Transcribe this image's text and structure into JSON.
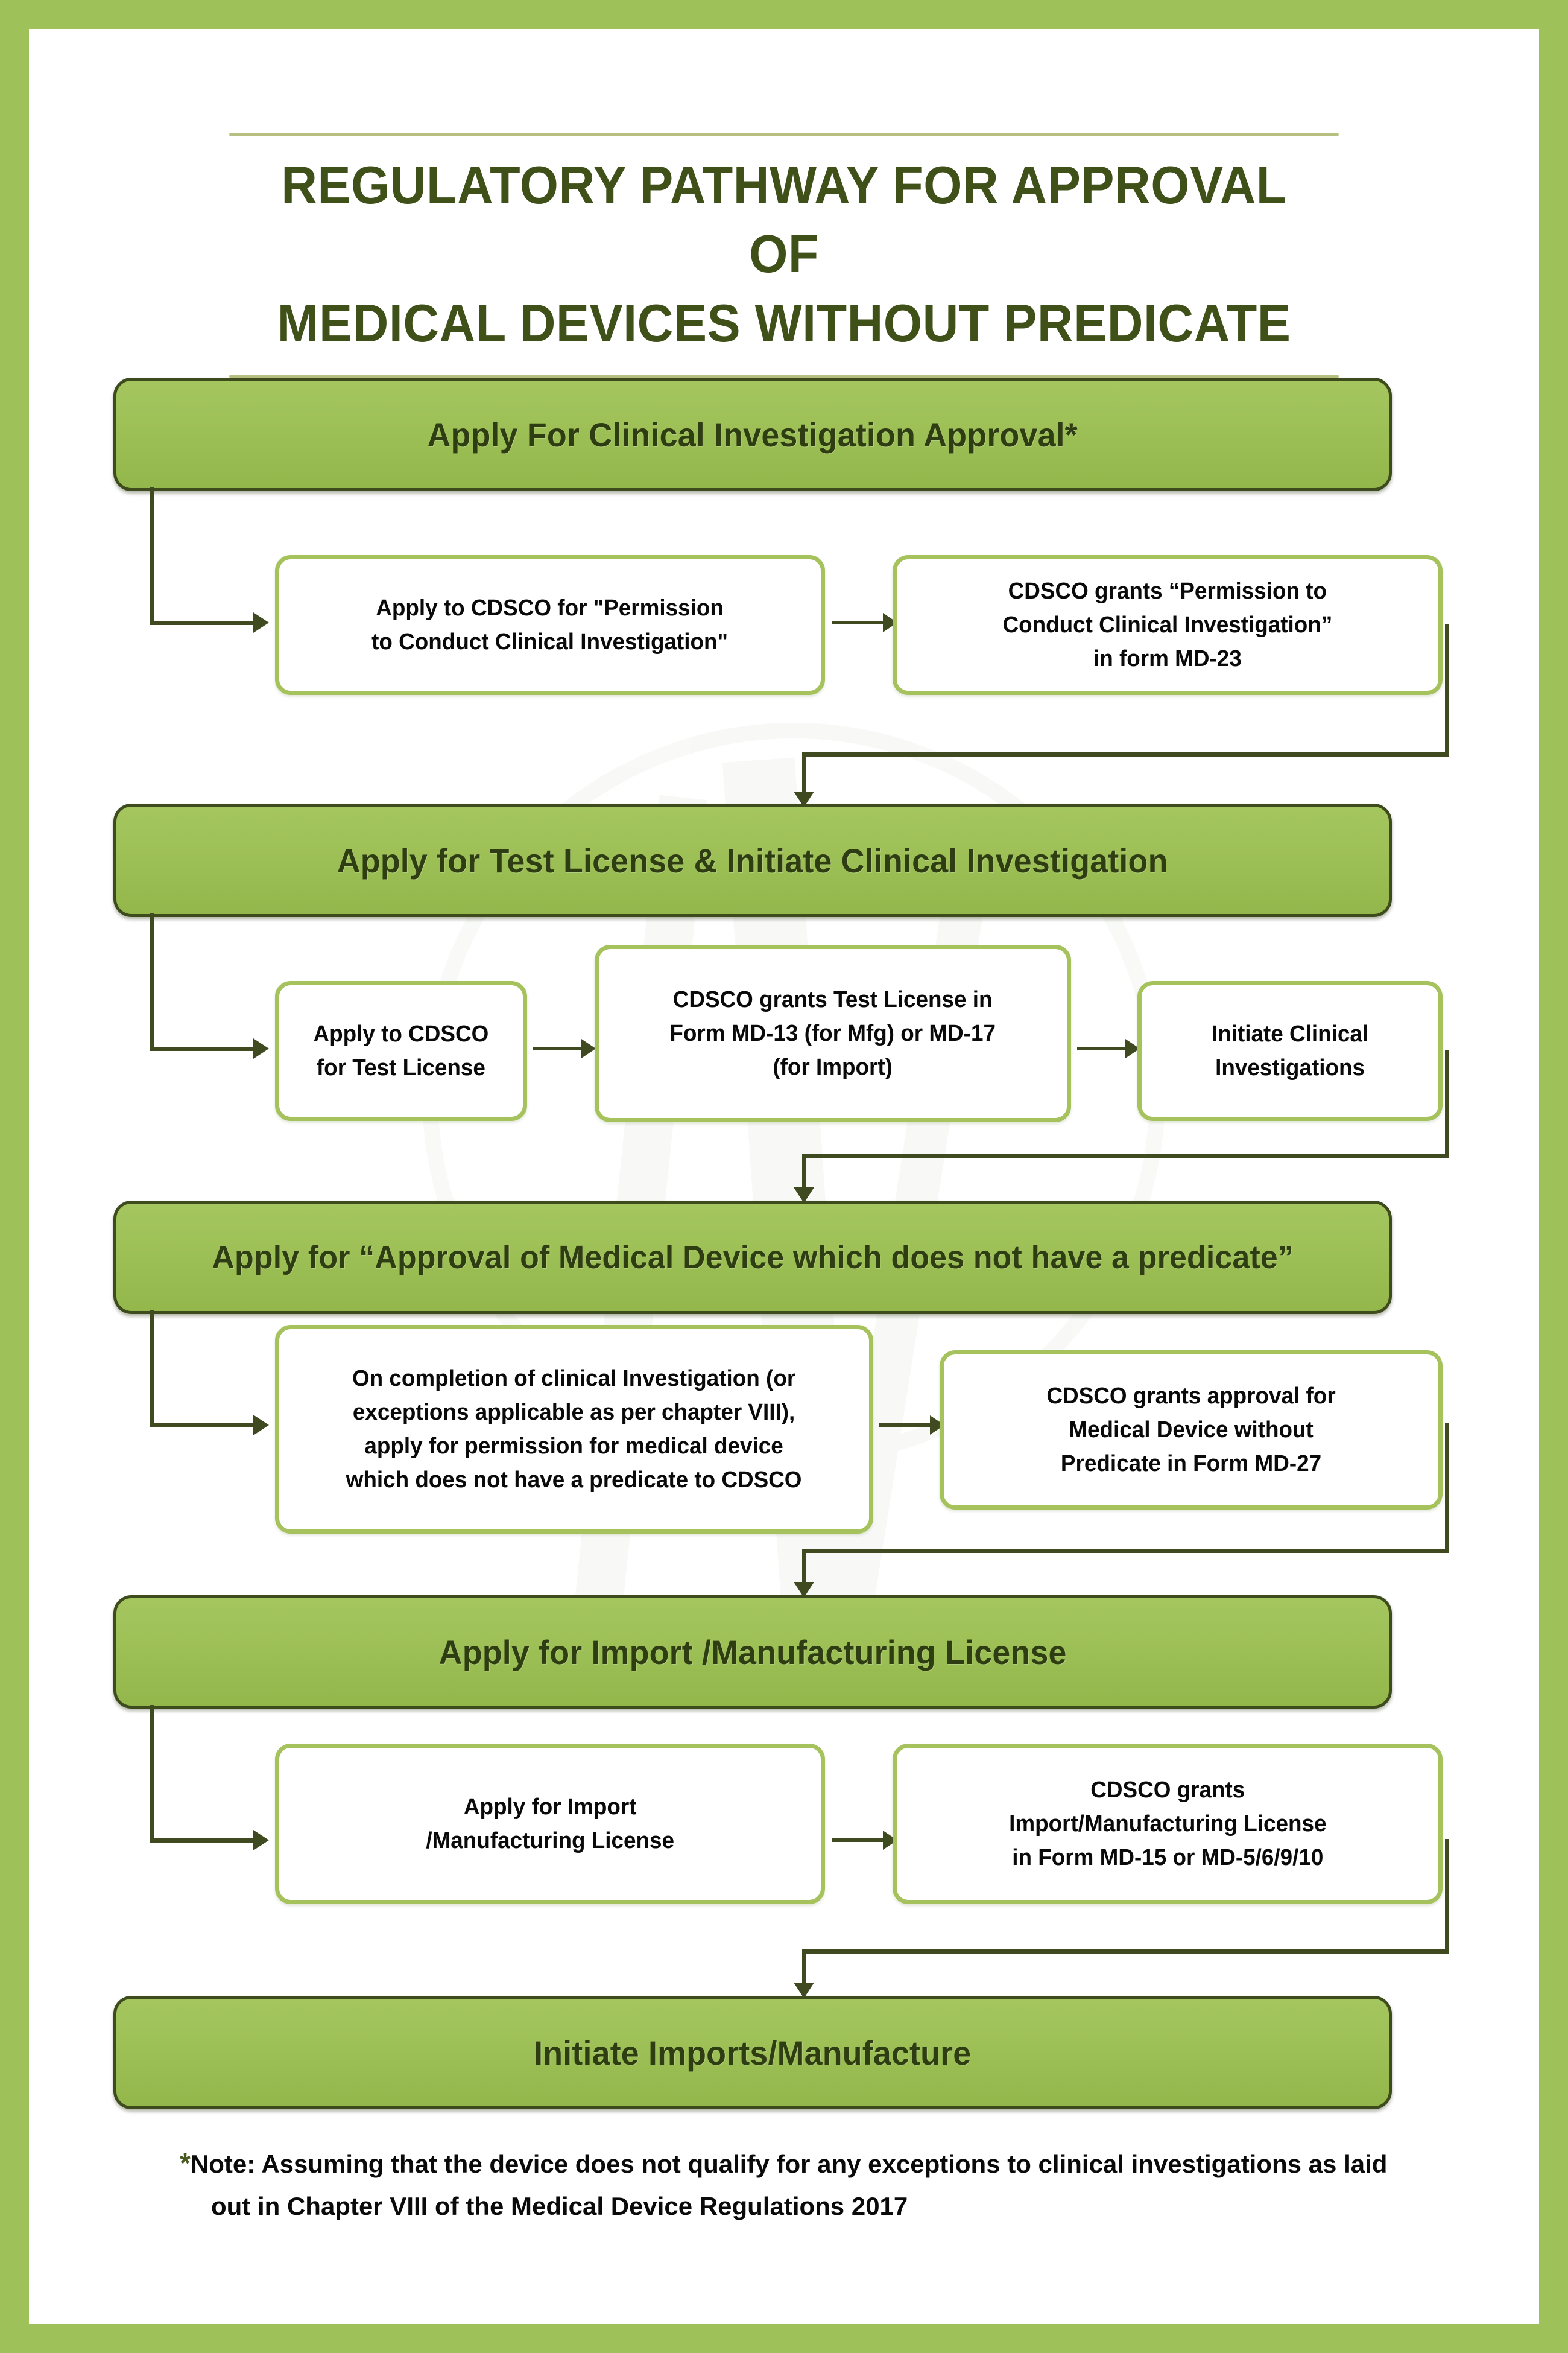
{
  "title": {
    "line1": "REGULATORY PATHWAY FOR APPROVAL OF",
    "line2": "MEDICAL DEVICES WITHOUT PREDICATE"
  },
  "colors": {
    "page_border": "#9fc159",
    "banner_fill": "#9cbf55",
    "banner_border": "#3e4c1d",
    "box_border": "#a6c25c",
    "connector": "#3f4a20",
    "title_text": "#3f5018",
    "rule": "#b8c081"
  },
  "flow": {
    "stages": [
      {
        "banner": "Apply For Clinical Investigation Approval*",
        "boxes": [
          "Apply to CDSCO for \"Permission\nto Conduct Clinical Investigation\"",
          "CDSCO grants “Permission to\nConduct Clinical Investigation”\nin form MD-23"
        ]
      },
      {
        "banner": "Apply for Test License & Initiate Clinical Investigation",
        "boxes": [
          "Apply  to CDSCO\nfor Test License",
          "CDSCO grants Test License  in\nForm MD-13 (for Mfg) or MD-17\n(for Import)",
          "Initiate Clinical\nInvestigations"
        ]
      },
      {
        "banner": "Apply for “Approval of Medical Device which does not have a predicate”",
        "boxes": [
          "On completion of clinical Investigation (or\nexceptions applicable as per chapter VIII),\napply for permission for medical device\nwhich does not have a predicate to CDSCO",
          "CDSCO grants approval for\nMedical Device without\nPredicate in Form MD-27"
        ]
      },
      {
        "banner": "Apply for Import /Manufacturing License",
        "boxes": [
          "Apply for Import\n/Manufacturing License",
          "CDSCO grants\nImport/Manufacturing License\nin Form MD-15 or MD-5/6/9/10"
        ]
      },
      {
        "banner": "Initiate Imports/Manufacture",
        "boxes": []
      }
    ]
  },
  "note": {
    "marker": "*",
    "text": "Note: Assuming that the device does not qualify for any exceptions to clinical investigations as laid out in Chapter VIII of the Medical Device Regulations 2017"
  }
}
